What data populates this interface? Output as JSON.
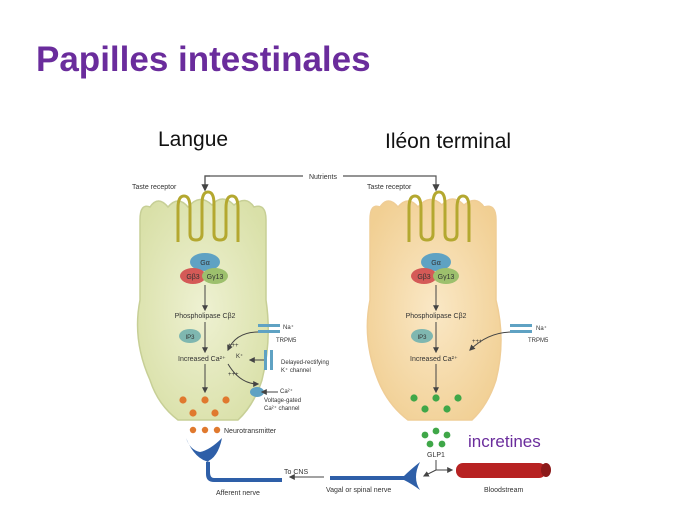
{
  "slide": {
    "title": "Papilles intestinales",
    "left_heading": "Langue",
    "right_heading": "Iléon terminal",
    "incretines_label": "incretines"
  },
  "diagram": {
    "nutrients": "Nutrients",
    "left_cell": {
      "taste_receptor": "Taste receptor",
      "g_alpha": "Gα",
      "g_beta3": "Gβ3",
      "g_gamma13": "Gγ13",
      "plc": "Phospholipase Cβ2",
      "ip3": "IP3",
      "increased_ca": "Increased Ca²⁺",
      "na": "Na⁺",
      "trpm5": "TRPM5",
      "k": "K⁺",
      "delayed_rectifying": "Delayed-rectifying",
      "k_channel": "K⁺ channel",
      "ca_ion": "Ca²⁺",
      "voltage_gated": "Voltage-gated",
      "ca_channel": "Ca²⁺ channel",
      "plus_signs": "+++",
      "neurotransmitter": "Neurotransmitter",
      "afferent_nerve": "Afferent nerve"
    },
    "right_cell": {
      "taste_receptor": "Taste receptor",
      "g_alpha": "Gα",
      "g_beta3": "Gβ3",
      "g_gamma13": "Gγ13",
      "plc": "Phospholipase Cβ2",
      "ip3": "IP3",
      "increased_ca": "Increased Ca²⁺",
      "na": "Na⁺",
      "trpm5": "TRPM5",
      "plus_signs": "+++",
      "glp1": "GLP1",
      "vagal_nerve": "Vagal or spinal nerve",
      "bloodstream": "Bloodstream"
    },
    "to_cns": "To CNS"
  },
  "colors": {
    "title": "#6a2c9c",
    "left_cell_fill": "#e6ebc4",
    "right_cell_fill": "#f6dfb3",
    "receptor": "#b4a830",
    "g_alpha": "#5fa2c3",
    "g_beta": "#d45a57",
    "g_gamma": "#9dc06d",
    "neurotransmitter": "#e0792e",
    "glp1": "#3fa748",
    "nerve": "#2e5fa8",
    "blood": "#b72222"
  }
}
